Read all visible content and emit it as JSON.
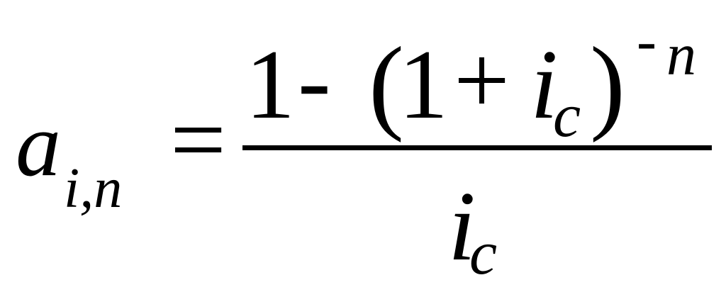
{
  "formula": {
    "lhs": {
      "variable": "a",
      "subscript": "i,n"
    },
    "equals": "=",
    "numerator": {
      "one": "1",
      "minus": "-",
      "open_paren": "(",
      "one_inner": "1",
      "plus": "+",
      "rate_symbol": "i",
      "rate_subscript": "c",
      "close_paren": ")",
      "exponent_minus": "-",
      "exponent_var": "n"
    },
    "denominator": {
      "rate_symbol": "i",
      "rate_subscript": "c"
    }
  }
}
